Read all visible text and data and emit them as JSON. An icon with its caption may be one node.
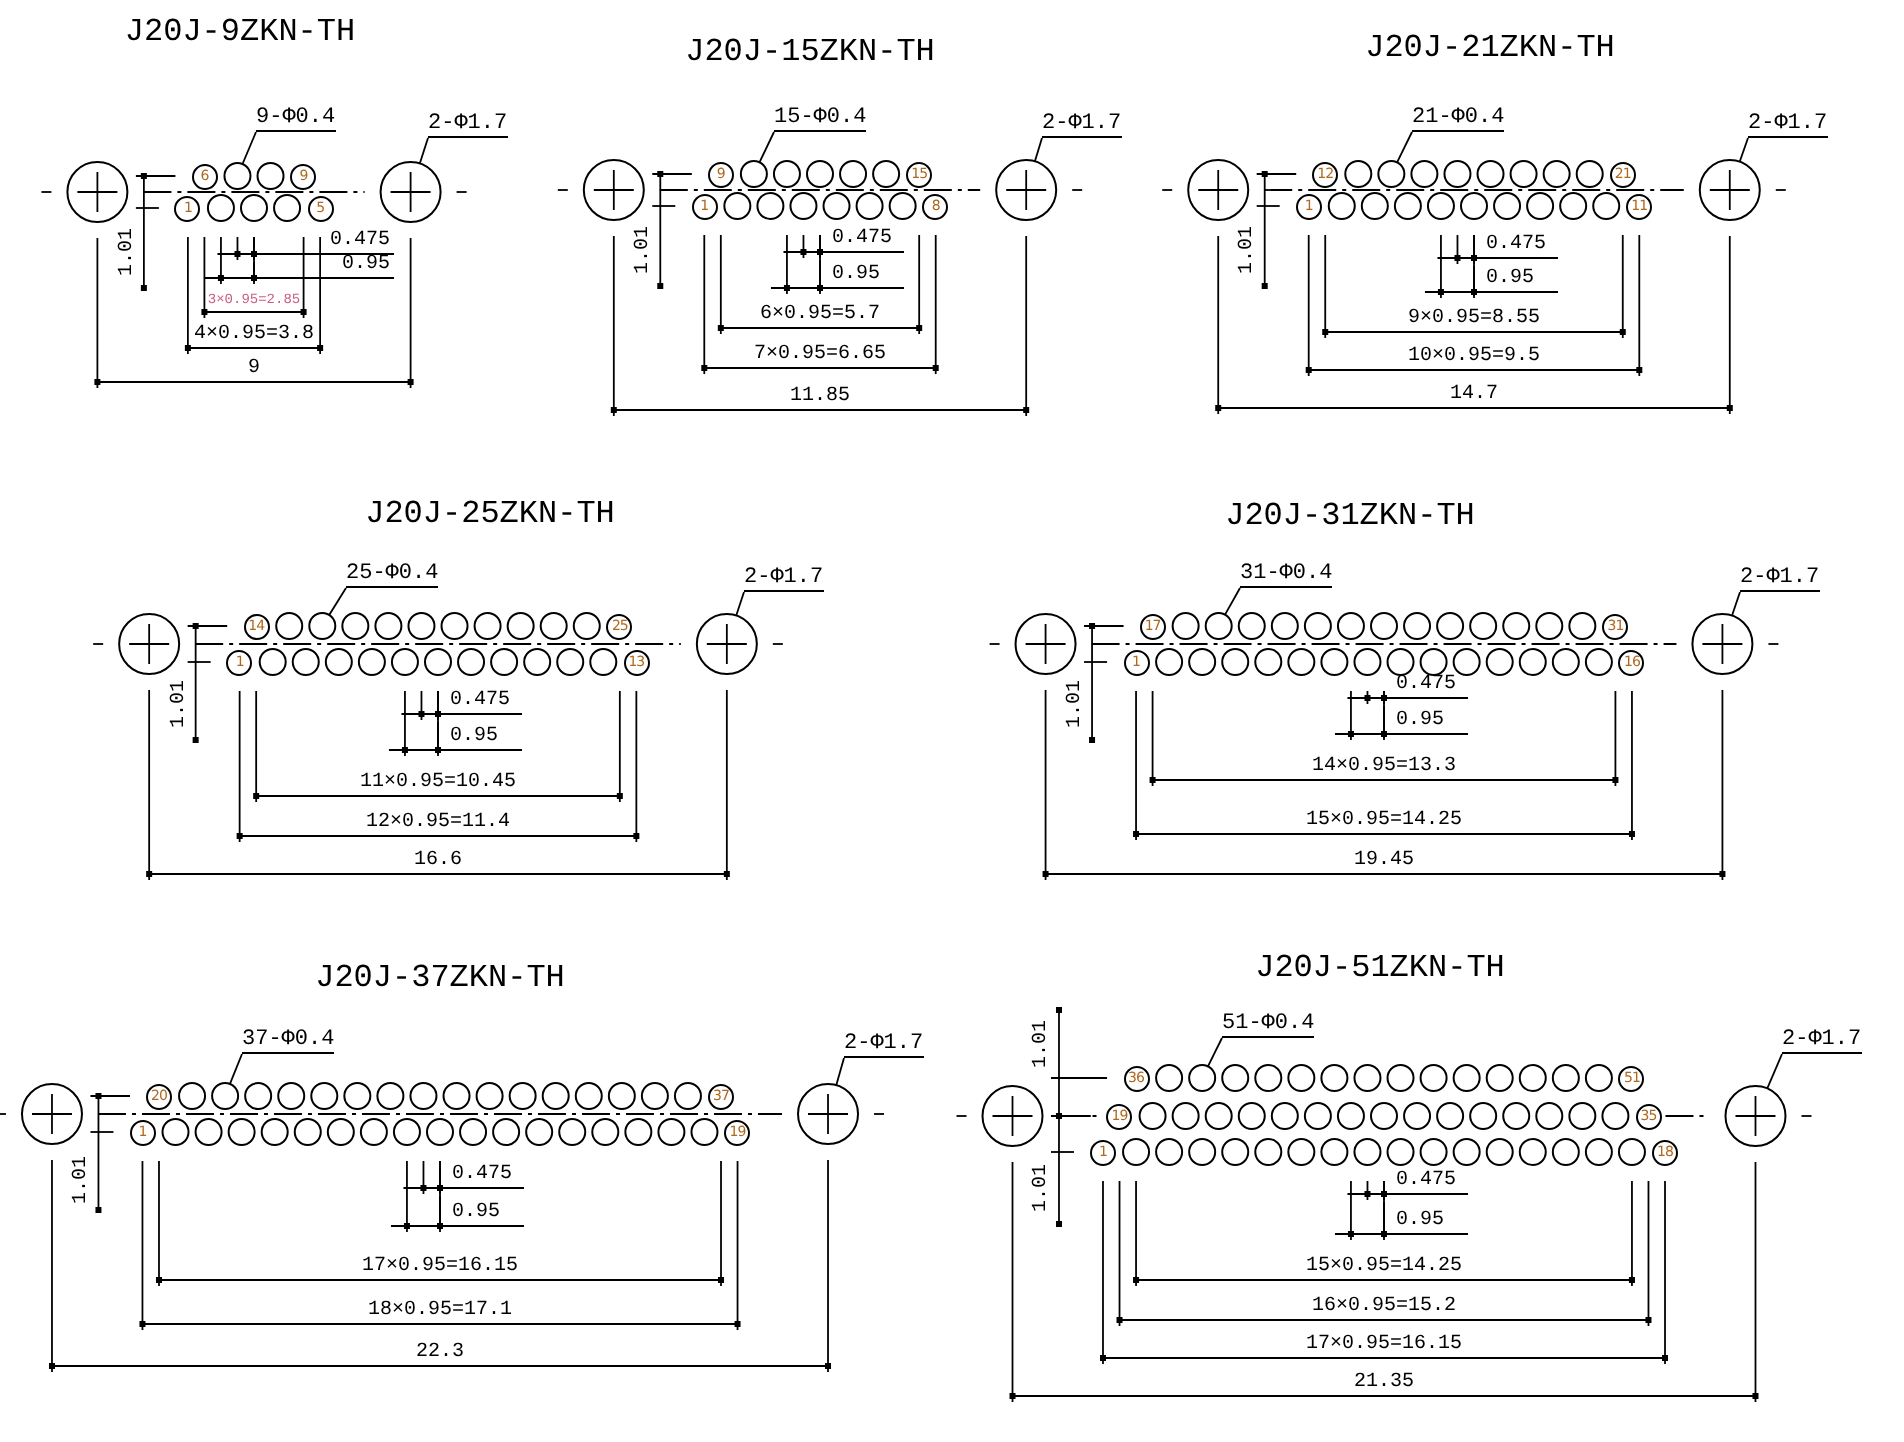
{
  "diagram": {
    "nodes": [
      {
        "text": [
          "9-Φ0.4"
        ]
      },
      {
        "text": [
          "2-Φ1.7"
        ]
      },
      {
        "text": [],
        "shape": "circle"
      },
      {
        "text": [
          "6"
        ]
      },
      {
        "text": [],
        "shape": "circle"
      },
      {
        "text": [],
        "shape": "circle"
      },
      {
        "text": [
          "9"
        ]
      },
      {
        "text": [
          "1"
        ]
      },
      {
        "text": [],
        "shape": "circle"
      },
      {
        "text": [],
        "shape": "circle"
      },
      {
        "text": [],
        "shape": "circle"
      },
      {
        "text": [
          "5"
        ]
      },
      {
        "text": [],
        "shape": "circle"
      },
      {
        "text": [
          "15-Φ0.4"
        ]
      },
      {
        "text": [
          "2-Φ1.7"
        ]
      },
      {
        "text": [],
        "shape": "circle"
      },
      {
        "text": [
          "9"
        ]
      },
      {
        "text": [],
        "shape": "circle"
      },
      {
        "text": [],
        "shape": "circle"
      },
      {
        "text": [],
        "shape": "circle"
      },
      {
        "text": [],
        "shape": "circle"
      },
      {
        "text": [],
        "shape": "circle"
      },
      {
        "text": [
          "15"
        ]
      },
      {
        "text": [
          "1"
        ]
      },
      {
        "text": [],
        "shape": "circle"
      },
      {
        "text": [],
        "shape": "circle"
      },
      {
        "text": [],
        "shape": "circle"
      },
      {
        "text": [],
        "shape": "circle"
      },
      {
        "text": [],
        "shape": "circle"
      },
      {
        "text": [],
        "shape": "circle"
      },
      {
        "text": [
          "8"
        ]
      },
      {
        "text": [],
        "shape": "circle"
      },
      {
        "text": [
          "21-Φ0.4"
        ]
      },
      {
        "text": [
          "2-Φ1.7"
        ]
      },
      {
        "text": [],
        "shape": "circle"
      },
      {
        "text": [
          "12"
        ]
      },
      {
        "text": [],
        "shape": "circle"
      },
      {
        "text": [],
        "shape": "circle"
      },
      {
        "text": [],
        "shape": "circle"
      },
      {
        "text": [],
        "shape": "circle"
      },
      {
        "text": [],
        "shape": "circle"
      },
      {
        "text": [],
        "shape": "circle"
      },
      {
        "text": [],
        "shape": "circle"
      },
      {
        "text": [],
        "shape": "circle"
      },
      {
        "text": [
          "21"
        ]
      },
      {
        "text": [
          "1"
        ]
      },
      {
        "text": [],
        "shape": "circle"
      },
      {
        "text": [],
        "shape": "circle"
      },
      {
        "text": [],
        "shape": "circle"
      },
      {
        "text": [],
        "shape": "circle"
      },
      {
        "text": [],
        "shape": "circle"
      },
      {
        "text": [],
        "shape": "circle"
      },
      {
        "text": [],
        "shape": "circle"
      },
      {
        "text": [],
        "shape": "circle"
      },
      {
        "text": [],
        "shape": "circle"
      },
      {
        "text": [
          "11"
        ]
      },
      {
        "text": [],
        "shape": "circle"
      },
      {
        "text": [
          "25-Φ0.4"
        ]
      },
      {
        "text": [
          "2-Φ1.7"
        ]
      },
      {
        "text": [],
        "shape": "circle"
      },
      {
        "text": [
          "14"
        ]
      },
      {
        "text": [],
        "shape": "circle"
      },
      {
        "text": [],
        "shape": "circle"
      },
      {
        "text": [],
        "shape": "circle"
      },
      {
        "text": [],
        "shape": "circle"
      },
      {
        "text": [],
        "shape": "circle"
      },
      {
        "text": [],
        "shape": "circle"
      },
      {
        "text": [],
        "shape": "circle"
      },
      {
        "text": [],
        "shape": "circle"
      },
      {
        "text": [],
        "shape": "circle"
      },
      {
        "text": [],
        "shape": "circle"
      },
      {
        "text": [
          "25"
        ]
      },
      {
        "text": [
          "1"
        ]
      },
      {
        "text": [],
        "shape": "circle"
      },
      {
        "text": [],
        "shape": "circle"
      },
      {
        "text": [],
        "shape": "circle"
      },
      {
        "text": [],
        "shape": "circle"
      },
      {
        "text": [],
        "shape": "circle"
      },
      {
        "text": [],
        "shape": "circle"
      },
      {
        "text": [],
        "shape": "circle"
      },
      {
        "text": [],
        "shape": "circle"
      },
      {
        "text": [],
        "shape": "circle"
      },
      {
        "text": [],
        "shape": "circle"
      },
      {
        "text": [],
        "shape": "circle"
      },
      {
        "text": [
          "13"
        ]
      },
      {
        "text": [],
        "shape": "circle"
      },
      {
        "text": [
          "31-Φ0.4"
        ]
      },
      {
        "text": [
          "2-Φ1.7"
        ]
      },
      {
        "text": [],
        "shape": "circle"
      },
      {
        "text": [
          "17"
        ]
      },
      {
        "text": [],
        "shape": "circle"
      },
      {
        "text": [],
        "shape": "circle"
      },
      {
        "text": [],
        "shape": "circle"
      },
      {
        "text": [],
        "shape": "circle"
      },
      {
        "text": [],
        "shape": "circle"
      },
      {
        "text": [],
        "shape": "circle"
      },
      {
        "text": [],
        "shape": "circle"
      },
      {
        "text": [],
        "shape": "circle"
      },
      {
        "text": [],
        "shape": "circle"
      },
      {
        "text": [],
        "shape": "circle"
      },
      {
        "text": [],
        "shape": "circle"
      },
      {
        "text": [],
        "shape": "circle"
      },
      {
        "text": [],
        "shape": "circle"
      },
      {
        "text": [
          "31"
        ]
      },
      {
        "text": [
          "1"
        ]
      },
      {
        "text": [],
        "shape": "circle"
      },
      {
        "text": [],
        "shape": "circle"
      },
      {
        "text": [],
        "shape": "circle"
      },
      {
        "text": [],
        "shape": "circle"
      },
      {
        "text": [],
        "shape": "circle"
      },
      {
        "text": [],
        "shape": "circle"
      },
      {
        "text": [],
        "shape": "circle"
      },
      {
        "text": [],
        "shape": "circle"
      },
      {
        "text": [],
        "shape": "circle"
      },
      {
        "text": [],
        "shape": "circle"
      },
      {
        "text": [],
        "shape": "circle"
      },
      {
        "text": [],
        "shape": "circle"
      },
      {
        "text": [],
        "shape": "circle"
      },
      {
        "text": [],
        "shape": "circle"
      },
      {
        "text": [
          "16"
        ]
      },
      {
        "text": [],
        "shape": "circle"
      },
      {
        "text": [
          "37-Φ0.4"
        ]
      },
      {
        "text": [
          "2-Φ1.7"
        ]
      },
      {
        "text": [],
        "shape": "circle"
      },
      {
        "text": [
          "20"
        ]
      },
      {
        "text": [],
        "shape": "circle"
      },
      {
        "text": [],
        "shape": "circle"
      },
      {
        "text": [],
        "shape": "circle"
      },
      {
        "text": [],
        "shape": "circle"
      },
      {
        "text": [],
        "shape": "circle"
      },
      {
        "text": [],
        "shape": "circle"
      },
      {
        "text": [],
        "shape": "circle"
      },
      {
        "text": [],
        "shape": "circle"
      },
      {
        "text": [],
        "shape": "circle"
      },
      {
        "text": [],
        "shape": "circle"
      },
      {
        "text": [],
        "shape": "circle"
      },
      {
        "text": [],
        "shape": "circle"
      },
      {
        "text": [],
        "shape": "circle"
      },
      {
        "text": [],
        "shape": "circle"
      },
      {
        "text": [],
        "shape": "circle"
      },
      {
        "text": [],
        "shape": "circle"
      },
      {
        "text": [
          "37"
        ]
      },
      {
        "text": [
          "1"
        ]
      },
      {
        "text": [],
        "shape": "circle"
      },
      {
        "text": [],
        "shape": "circle"
      },
      {
        "text": [],
        "shape": "circle"
      },
      {
        "text": [],
        "shape": "circle"
      },
      {
        "text": [],
        "shape": "circle"
      },
      {
        "text": [],
        "shape": "circle"
      },
      {
        "text": [],
        "shape": "circle"
      },
      {
        "text": [],
        "shape": "circle"
      },
      {
        "text": [],
        "shape": "circle"
      },
      {
        "text": [],
        "shape": "circle"
      },
      {
        "text": [],
        "shape": "circle"
      },
      {
        "text": [],
        "shape": "circle"
      },
      {
        "text": [],
        "shape": "circle"
      },
      {
        "text": [],
        "shape": "circle"
      },
      {
        "text": [],
        "shape": "circle"
      },
      {
        "text": [],
        "shape": "circle"
      },
      {
        "text": [],
        "shape": "circle"
      },
      {
        "text": [
          "19"
        ]
      },
      {
        "text": [],
        "shape": "circle"
      },
      {
        "text": [
          "51-Φ0.4"
        ]
      },
      {
        "text": [
          "2-Φ1.7"
        ]
      },
      {
        "text": [],
        "shape": "circle"
      },
      {
        "text": [
          "36"
        ]
      },
      {
        "text": [],
        "shape": "circle"
      },
      {
        "text": [],
        "shape": "circle"
      },
      {
        "text": [],
        "shape": "circle"
      },
      {
        "text": [],
        "shape": "circle"
      },
      {
        "text": [],
        "shape": "circle"
      },
      {
        "text": [],
        "shape": "circle"
      },
      {
        "text": [],
        "shape": "circle"
      },
      {
        "text": [],
        "shape": "circle"
      },
      {
        "text": [],
        "shape": "circle"
      },
      {
        "text": [],
        "shape": "circle"
      },
      {
        "text": [],
        "shape": "circle"
      },
      {
        "text": [],
        "shape": "circle"
      },
      {
        "text": [],
        "shape": "circle"
      },
      {
        "text": [],
        "shape": "circle"
      },
      {
        "text": [
          "51"
        ]
      },
      {
        "text": [
          "19"
        ]
      },
      {
        "text": [],
        "shape": "circle"
      },
      {
        "text": [],
        "shape": "circle"
      },
      {
        "text": [],
        "shape": "circle"
      },
      {
        "text": [],
        "shape": "circle"
      },
      {
        "text": [],
        "shape": "circle"
      },
      {
        "text": [],
        "shape": "circle"
      },
      {
        "text": [],
        "shape": "circle"
      },
      {
        "text": [],
        "shape": "circle"
      },
      {
        "text": [],
        "shape": "circle"
      },
      {
        "text": [],
        "shape": "circle"
      },
      {
        "text": [],
        "shape": "circle"
      },
      {
        "text": [],
        "shape": "circle"
      },
      {
        "text": [],
        "shape": "circle"
      },
      {
        "text": [],
        "shape": "circle"
      },
      {
        "text": [],
        "shape": "circle"
      },
      {
        "text": [
          "35"
        ]
      },
      {
        "text": [
          "1"
        ]
      },
      {
        "text": [],
        "shape": "circle"
      },
      {
        "text": [],
        "shape": "circle"
      },
      {
        "text": [],
        "shape": "circle"
      },
      {
        "text": [],
        "shape": "circle"
      },
      {
        "text": [],
        "shape": "circle"
      },
      {
        "text": [],
        "shape": "circle"
      },
      {
        "text": [],
        "shape": "circle"
      },
      {
        "text": [],
        "shape": "circle"
      },
      {
        "text": [],
        "shape": "circle"
      },
      {
        "text": [],
        "shape": "circle"
      },
      {
        "text": [],
        "shape": "circle"
      },
      {
        "text": [],
        "shape": "circle"
      },
      {
        "text": [],
        "shape": "circle"
      },
      {
        "text": [],
        "shape": "circle"
      },
      {
        "text": [],
        "shape": "circle"
      },
      {
        "text": [],
        "shape": "circle"
      },
      {
        "text": [
          "18"
        ]
      },
      {
        "text": [],
        "shape": "circle"
      }
    ],
    "edges": [
      {
        "from": 0,
        "to": 4,
        "arrow": "none"
      },
      {
        "from": 1,
        "to": 12,
        "arrow": "none"
      },
      {
        "from": 13,
        "to": 17,
        "arrow": "none"
      },
      {
        "from": 14,
        "to": 31,
        "arrow": "none"
      },
      {
        "from": 32,
        "to": 37,
        "arrow": "none"
      },
      {
        "from": 33,
        "to": 56,
        "arrow": "none"
      },
      {
        "from": 57,
        "to": 62,
        "arrow": "none"
      },
      {
        "from": 58,
        "to": 85,
        "arrow": "none"
      },
      {
        "from": 86,
        "to": 91,
        "arrow": "none"
      },
      {
        "from": 87,
        "to": 120,
        "arrow": "none"
      },
      {
        "from": 121,
        "to": 126,
        "arrow": "none"
      },
      {
        "from": 122,
        "to": 161,
        "arrow": "none"
      },
      {
        "from": 162,
        "to": 167,
        "arrow": "none"
      },
      {
        "from": 163,
        "to": 216,
        "arrow": "none"
      }
    ],
    "labels": [
      "J20J-9ZKN-TH",
      "1.01",
      "0.475",
      "0.95",
      "3×0.95=2.85",
      "4×0.95=3.8",
      "9",
      "J20J-15ZKN-TH",
      "1.01",
      "0.475",
      "0.95",
      "6×0.95=5.7",
      "7×0.95=6.65",
      "11.85",
      "J20J-21ZKN-TH",
      "1.01",
      "0.475",
      "0.95",
      "9×0.95=8.55",
      "10×0.95=9.5",
      "14.7",
      "J20J-25ZKN-TH",
      "1.01",
      "0.475",
      "0.95",
      "11×0.95=10.45",
      "12×0.95=11.4",
      "16.6",
      "J20J-31ZKN-TH",
      "1.01",
      "0.475",
      "0.95",
      "14×0.95=13.3",
      "15×0.95=14.25",
      "19.45",
      "J20J-37ZKN-TH",
      "1.01",
      "0.475",
      "0.95",
      "17×0.95=16.15",
      "18×0.95=17.1",
      "22.3",
      "J20J-51ZKN-TH",
      "1.01",
      "1.01",
      "0.475",
      "0.95",
      "15×0.95=14.25",
      "16×0.95=15.2",
      "17×0.95=16.15",
      "21.35"
    ]
  }
}
